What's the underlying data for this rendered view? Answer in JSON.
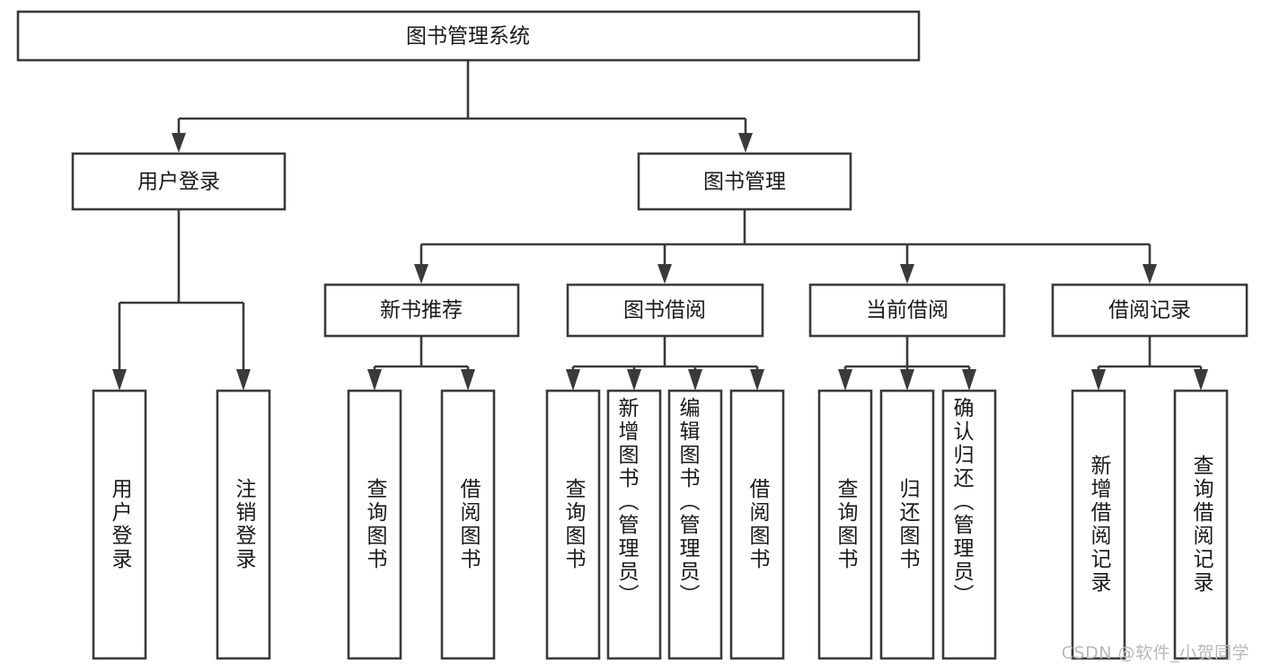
{
  "diagram": {
    "title": "图书管理系统",
    "type": "tree-hierarchy-chart",
    "root": {
      "label": "图书管理系统"
    },
    "level2": [
      {
        "label": "用户登录"
      },
      {
        "label": "图书管理"
      }
    ],
    "level3": [
      {
        "label": "新书推荐"
      },
      {
        "label": "图书借阅"
      },
      {
        "label": "当前借阅"
      },
      {
        "label": "借阅记录"
      }
    ],
    "leaves": {
      "user_login": [
        {
          "label": "用户登录"
        },
        {
          "label": "注销登录"
        }
      ],
      "new_book_recommend": [
        {
          "label": "查询图书"
        },
        {
          "label": "借阅图书"
        }
      ],
      "book_borrow": [
        {
          "label": "查询图书"
        },
        {
          "label": "新增图书（管理员）"
        },
        {
          "label": "编辑图书（管理员）"
        },
        {
          "label": "借阅图书"
        }
      ],
      "current_borrow": [
        {
          "label": "查询图书"
        },
        {
          "label": "归还图书"
        },
        {
          "label": "确认归还（管理员）"
        }
      ],
      "borrow_record": [
        {
          "label": "新增借阅记录"
        },
        {
          "label": "查询借阅记录"
        }
      ]
    }
  },
  "watermark": {
    "text": "CSDN @软件_小贺同学"
  },
  "colors": {
    "box_stroke": "#3a3a3a",
    "box_fill": "#ffffff",
    "text": "#1a1a1a",
    "watermark": "#b9b9b9",
    "background": "#ffffff"
  }
}
